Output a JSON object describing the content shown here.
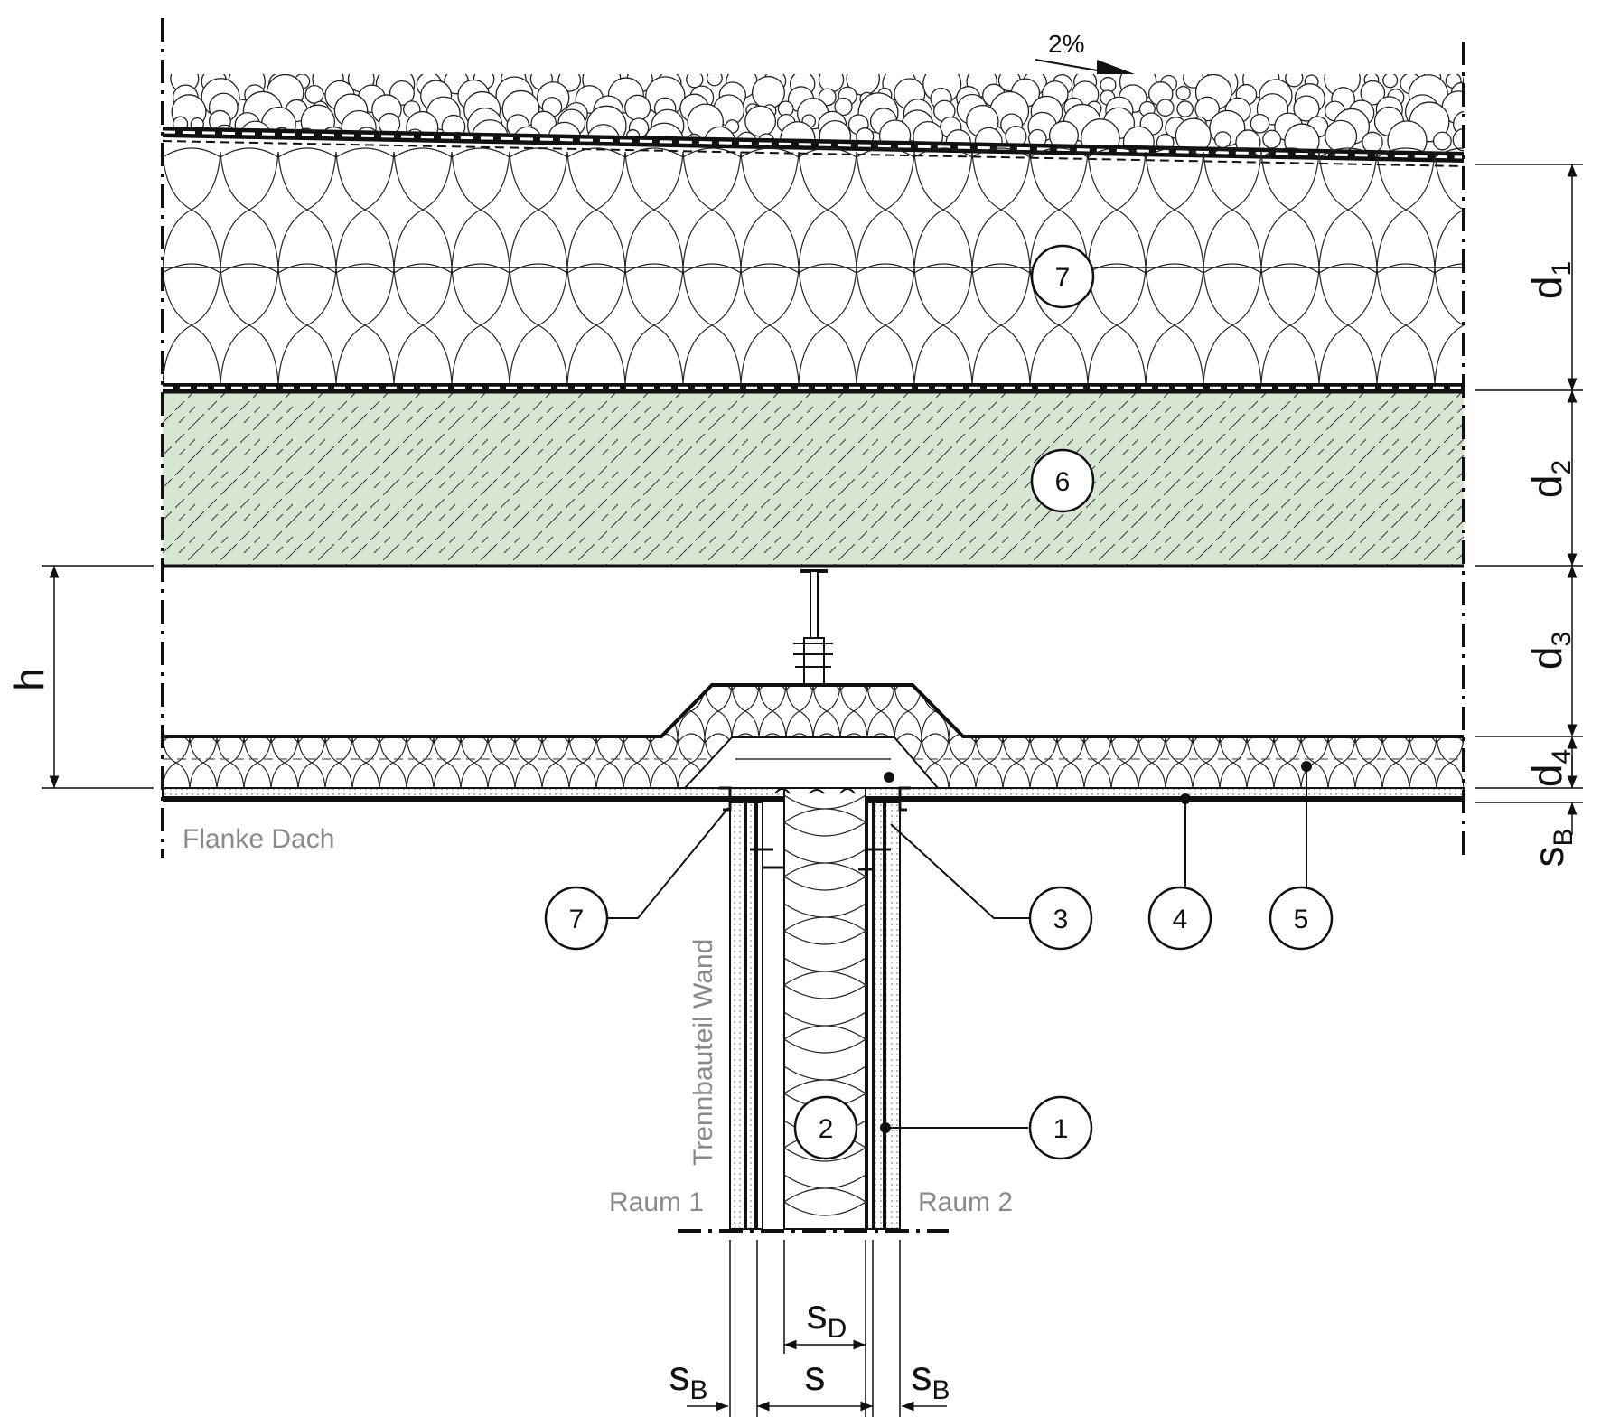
{
  "slope": {
    "value": "2%"
  },
  "callouts": [
    {
      "id": "c7top",
      "text": "7"
    },
    {
      "id": "c6",
      "text": "6"
    },
    {
      "id": "c7low",
      "text": "7"
    },
    {
      "id": "c3",
      "text": "3"
    },
    {
      "id": "c4",
      "text": "4"
    },
    {
      "id": "c5",
      "text": "5"
    },
    {
      "id": "c2",
      "text": "2"
    },
    {
      "id": "c1",
      "text": "1"
    }
  ],
  "dimensions": {
    "d1": {
      "base": "d",
      "sub": "1"
    },
    "d2": {
      "base": "d",
      "sub": "2"
    },
    "d3": {
      "base": "d",
      "sub": "3"
    },
    "d4": {
      "base": "d",
      "sub": "4"
    },
    "sB_right": {
      "base": "s",
      "sub": "B"
    },
    "h": {
      "base": "h"
    },
    "sD": {
      "base": "s",
      "sub": "D"
    },
    "s": {
      "base": "s"
    },
    "sB_left": {
      "base": "s",
      "sub": "B"
    },
    "sB_bottom_right": {
      "base": "s",
      "sub": "B"
    }
  },
  "labels": {
    "flanke": "Flanke Dach",
    "trennbauteil": "Trennbauteil Wand",
    "raum1": "Raum 1",
    "raum2": "Raum 2"
  },
  "colors": {
    "concrete_fill": "#d6e6d3",
    "line": "#111111",
    "gray_text": "#8a8a8a"
  }
}
